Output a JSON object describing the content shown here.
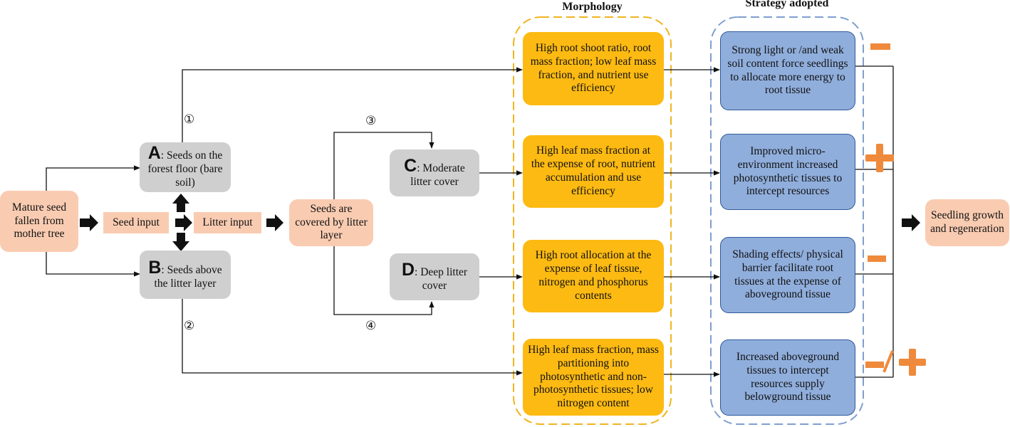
{
  "headings": {
    "morphology": "Morphology",
    "strategy": "Strategy adopted"
  },
  "mature_seed": "Mature seed fallen from mother tree",
  "seed_input": "Seed input",
  "litter_input": "Litter input",
  "covered": "Seeds are covered by litter layer",
  "box_a": {
    "letter": "A",
    "text": ": Seeds on the forest floor (bare soil)"
  },
  "box_b": {
    "letter": "B",
    "text": ": Seeds above the litter layer"
  },
  "box_c": {
    "letter": "C",
    "text": ": Moderate litter cover"
  },
  "box_d": {
    "letter": "D",
    "text": ": Deep litter cover"
  },
  "path_numbers": [
    "①",
    "②",
    "③",
    "④"
  ],
  "morphology": [
    "High root shoot ratio, root mass fraction; low leaf mass fraction, and nutrient use efficiency",
    "High leaf mass fraction at the expense of root, nutrient accumulation and use efficiency",
    "High root allocation at the expense of leaf tissue, nitrogen and phosphorus contents",
    "High leaf mass fraction, mass partitioning into photosynthetic and non-photosynthetic tissues; low nitrogen content"
  ],
  "strategy": [
    "Strong light or /and weak soil content force seedlings to allocate more energy to root tissue",
    "Improved micro-environment increased photosynthetic tissues to intercept resources",
    "Shading effects/ physical barrier facilitate root tissues at the expense of aboveground tissue",
    "Increased aboveground tissues to intercept resources supply belowground tissue"
  ],
  "effects": [
    "negative",
    "positive",
    "negative",
    "negative-or-positive"
  ],
  "outcome": "Seedling growth and regeneration",
  "colors": {
    "peach": "#f9ccb2",
    "gray": "#cfcfcf",
    "gold": "#fdba12",
    "blue": "#90aedc",
    "sign": "#ef8a3c",
    "morph_border": "#f0b41e",
    "strategy_border": "#7f9fcf"
  }
}
